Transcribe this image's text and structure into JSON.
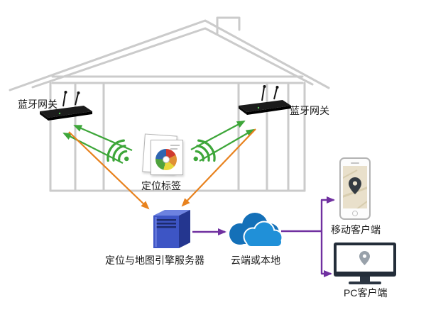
{
  "labels": {
    "gateway_left": "蓝牙网关",
    "gateway_right": "蓝牙网关",
    "tag": "定位标签",
    "server": "定位与地图引擎服务器",
    "cloud": "云端或本地",
    "mobile_client": "移动客户端",
    "pc_client": "PC客户端"
  },
  "colors": {
    "house_outline": "#cbcbcb",
    "signal_green": "#3da639",
    "uplink_orange": "#e8821e",
    "flow_purple": "#7030a0",
    "cloud_back_blue": "#1470b8",
    "cloud_front_blue": "#2090d8",
    "server_front_blue": "#3d55c5",
    "device_black": "#1b1b1b"
  },
  "icons": {
    "wifi_signal": "three green arcs with dot",
    "map_pin": "location marker drop",
    "cloud": "double cloud shape",
    "server_tower": "3d tower box",
    "router": "black bar with two antennas"
  }
}
